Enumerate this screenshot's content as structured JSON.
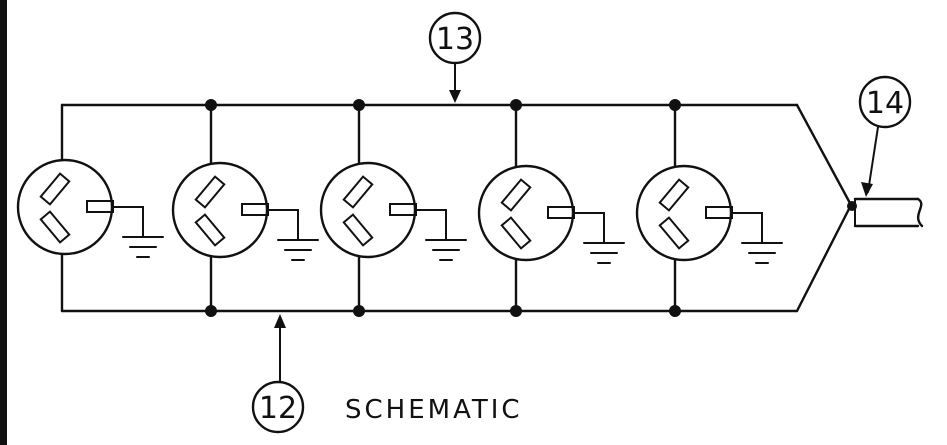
{
  "labels": {
    "ref_top": "13",
    "ref_bottom": "12",
    "ref_cable": "14",
    "caption": "SCHEMATIC"
  },
  "diagram": {
    "outlet_count": 5,
    "colors": {
      "ink": "#111111",
      "paper": "#ffffff"
    }
  }
}
